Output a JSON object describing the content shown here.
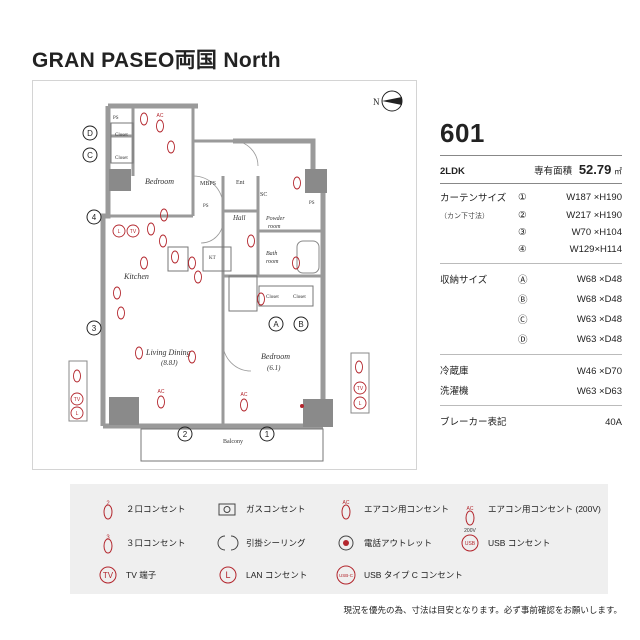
{
  "title": "GRAN PASEO両国 North",
  "unit": "601",
  "layout_type": "2LDK",
  "area_label": "専有面積",
  "area_value": "52.79",
  "area_unit": "㎡",
  "curtain_label": "カーテンサイズ",
  "curtain_sub": "（カン下寸法）",
  "curtains": [
    {
      "mark": "①",
      "size": "W187 ×H190"
    },
    {
      "mark": "②",
      "size": "W217 ×H190"
    },
    {
      "mark": "③",
      "size": "W70 ×H104"
    },
    {
      "mark": "④",
      "size": "W129×H114"
    }
  ],
  "storage_label": "収納サイズ",
  "storage": [
    {
      "mark": "Ⓐ",
      "size": "W68 ×D48"
    },
    {
      "mark": "Ⓑ",
      "size": "W68 ×D48"
    },
    {
      "mark": "Ⓒ",
      "size": "W63 ×D48"
    },
    {
      "mark": "Ⓓ",
      "size": "W63 ×D48"
    }
  ],
  "fridge_label": "冷蔵庫",
  "fridge_size": "W46 ×D70",
  "washer_label": "洗濯機",
  "washer_size": "W63 ×D63",
  "breaker_label": "ブレーカー表記",
  "breaker_value": "40A",
  "rooms": {
    "bedroom1": "Bedroom",
    "closet": "Closet",
    "mbps": "MBPS",
    "ent": "Ent",
    "sc": "SC",
    "ps": "PS",
    "hall": "Hall",
    "powder": "Powder",
    "powder2": "room",
    "bath": "Bath",
    "bath2": "room",
    "kitchen": "Kitchen",
    "living": "Living Dining",
    "living_size": "(8.8J)",
    "bedroom2": "Bedroom",
    "bedroom2_size": "(6.1)",
    "balcony": "Balcony",
    "kt_label": "KT"
  },
  "plan_marks": {
    "a": "A",
    "b": "B",
    "c": "C",
    "d": "D",
    "n1": "1",
    "n2": "2",
    "n3": "3",
    "n4": "4",
    "tv": "TV",
    "l": "L",
    "ac": "AC",
    "north": "N"
  },
  "legend": [
    {
      "icon": "outlet-2-icon",
      "glyph": "2",
      "label": "２口コンセント"
    },
    {
      "icon": "gas-outlet-icon",
      "glyph": "",
      "label": "ガスコンセント"
    },
    {
      "icon": "ac-outlet-icon",
      "glyph": "AC",
      "label": "エアコン用コンセント"
    },
    {
      "icon": "ac-200v-outlet-icon",
      "glyph": "AC",
      "sub": "200V",
      "label": "エアコン用コンセント (200V)"
    },
    {
      "icon": "outlet-3-icon",
      "glyph": "3",
      "label": "３口コンセント"
    },
    {
      "icon": "ceiling-hook-icon",
      "glyph": "",
      "label": "引掛シーリング"
    },
    {
      "icon": "phone-outlet-icon",
      "glyph": "",
      "label": "電話アウトレット"
    },
    {
      "icon": "usb-outlet-icon",
      "glyph": "USB",
      "label": "USB コンセント"
    },
    {
      "icon": "tv-outlet-icon",
      "glyph": "TV",
      "label": "TV 端子"
    },
    {
      "icon": "lan-outlet-icon",
      "glyph": "L",
      "label": "LAN コンセント"
    },
    {
      "icon": "usb-c-outlet-icon",
      "glyph": "USB-C",
      "label": "USB タイプ C コンセント"
    }
  ],
  "footer_note": "現況を優先の為、寸法は目安となります。必ず事前確認をお願いします。",
  "colors": {
    "mark_red": "#b3262d",
    "wall": "#8a8a8a",
    "legend_bg": "#efefef"
  }
}
